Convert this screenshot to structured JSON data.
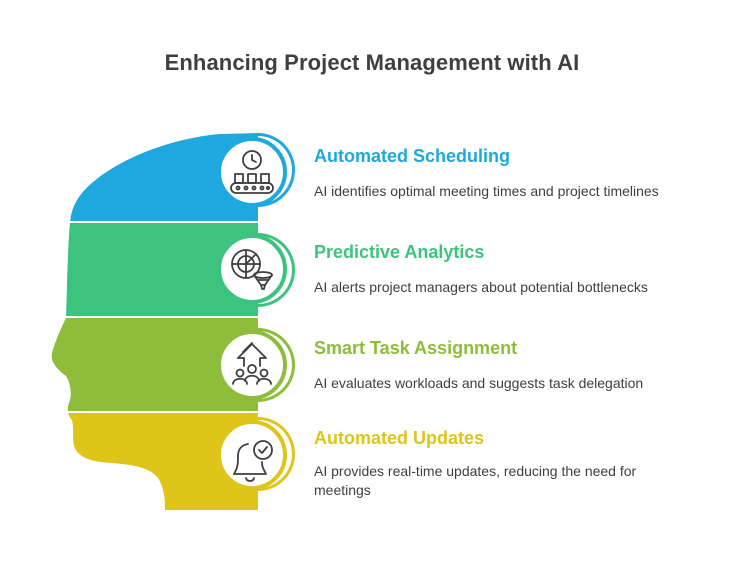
{
  "title": "Enhancing Project Management with AI",
  "items": [
    {
      "title": "Automated Scheduling",
      "description": "AI identifies optimal meeting times and project timelines",
      "color": "#1ea8dd",
      "icon": "calendar-clock-icon"
    },
    {
      "title": "Predictive Analytics",
      "description": "AI alerts project managers about potential bottlenecks",
      "color": "#3cc47f",
      "icon": "radar-funnel-icon"
    },
    {
      "title": "Smart Task Assignment",
      "description": "AI evaluates workloads and suggests task delegation",
      "color": "#8dbd3a",
      "icon": "team-upload-icon"
    },
    {
      "title": "Automated Updates",
      "description": "AI provides real-time updates, reducing the need for meetings",
      "color": "#dfc51a",
      "icon": "bell-check-icon"
    }
  ]
}
